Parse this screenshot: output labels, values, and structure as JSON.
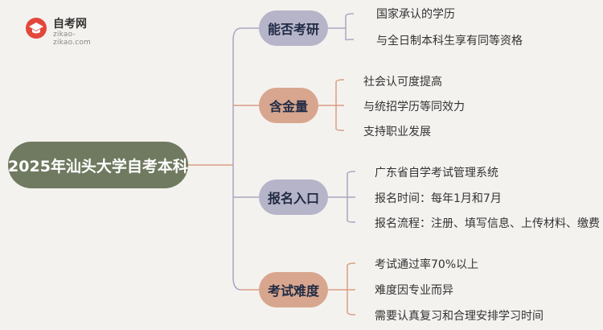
{
  "logo": {
    "title": "自考网",
    "url": "zikao-zikao.com"
  },
  "root": {
    "label": "2025年汕头大学自考本科"
  },
  "branches": [
    {
      "label": "能否考研",
      "leaves": [
        "国家承认的学历",
        "与全日制本科生享有同等资格"
      ]
    },
    {
      "label": "含金量",
      "leaves": [
        "社会认可度提高",
        "与统招学历等同效力",
        "支持职业发展"
      ]
    },
    {
      "label": "报名入口",
      "leaves": [
        "广东省自学考试管理系统",
        "报名时间：每年1月和7月",
        "报名流程：注册、填写信息、上传材料、缴费"
      ]
    },
    {
      "label": "考试难度",
      "leaves": [
        "考试通过率70%以上",
        "难度因专业而异",
        "需要认真复习和合理安排学习时间"
      ]
    }
  ],
  "colors": {
    "root": "#6f7a60",
    "purple": "#b6b4c8",
    "orange": "#d8a68e",
    "line_purple": "#a9a6c2",
    "line_orange": "#d99c84"
  }
}
